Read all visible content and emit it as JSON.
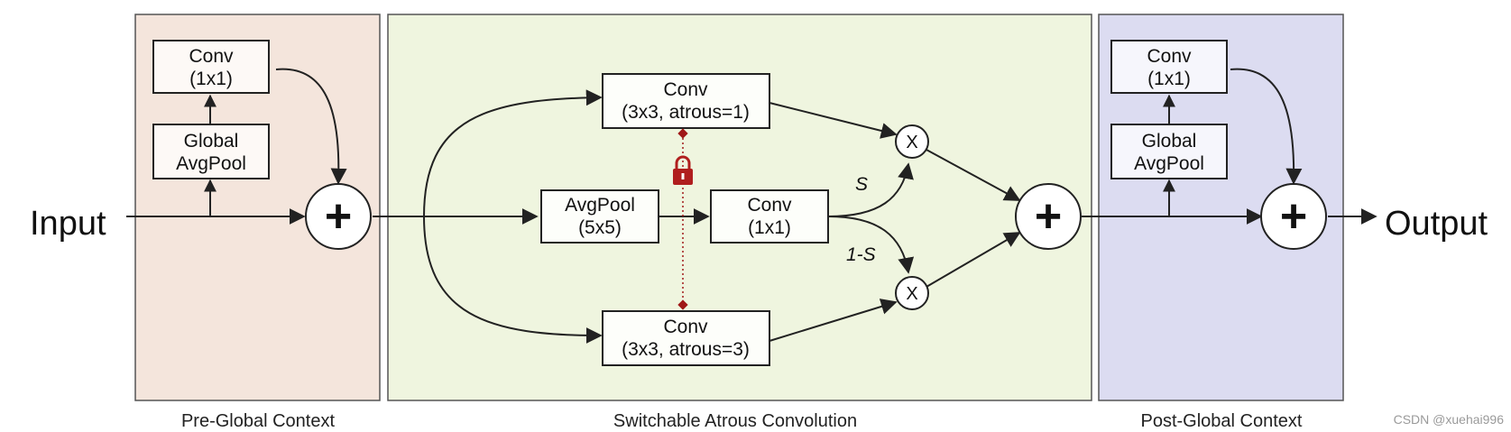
{
  "sections": {
    "pre": {
      "label": "Pre-Global Context",
      "fill": "#f4e5dc"
    },
    "sac": {
      "label": "Switchable Atrous Convolution",
      "fill": "#eff5df"
    },
    "post": {
      "label": "Post-Global Context",
      "fill": "#dcdcf1"
    }
  },
  "io": {
    "input": "Input",
    "output": "Output"
  },
  "pre_block": {
    "conv_l1": "Conv",
    "conv_l2": "(1x1)",
    "gap_l1": "Global",
    "gap_l2": "AvgPool"
  },
  "sac_block": {
    "conv_top_l1": "Conv",
    "conv_top_l2": "(3x3, atrous=1)",
    "avgpool_l1": "AvgPool",
    "avgpool_l2": "(5x5)",
    "conv_mid_l1": "Conv",
    "conv_mid_l2": "(1x1)",
    "conv_bot_l1": "Conv",
    "conv_bot_l2": "(3x3, atrous=3)",
    "s_label": "S",
    "one_minus_s_label": "1-S",
    "mult_symbol": "X"
  },
  "post_block": {
    "conv_l1": "Conv",
    "conv_l2": "(1x1)",
    "gap_l1": "Global",
    "gap_l2": "AvgPool"
  },
  "plus_symbol": "+",
  "watermark": "CSDN @xuehai996",
  "colors": {
    "lock": "#b01e1e",
    "stroke": "#222222"
  }
}
